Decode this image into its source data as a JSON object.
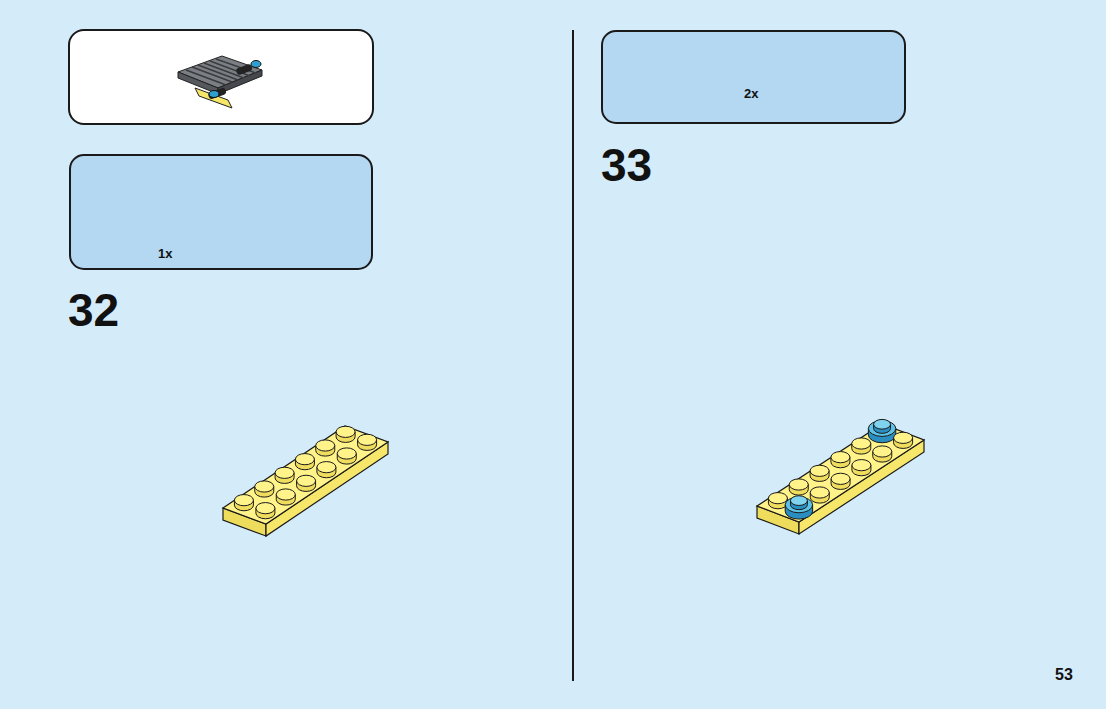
{
  "diagram": {
    "nodes": [
      {
        "text": [
          "1x"
        ]
      },
      {
        "text": [
          "2x"
        ]
      }
    ],
    "labels": [
      "32",
      "33",
      "53"
    ]
  }
}
